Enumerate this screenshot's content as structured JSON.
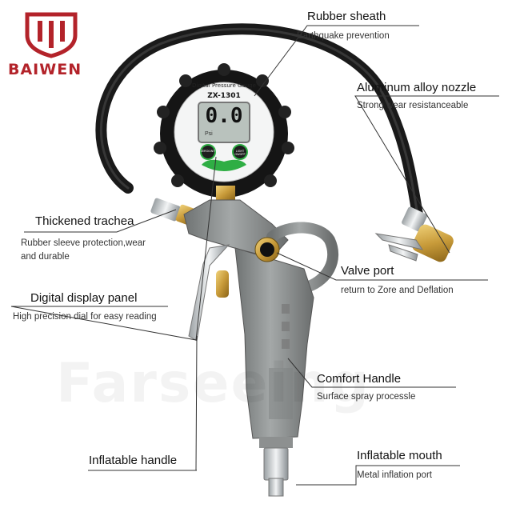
{
  "brand": {
    "name": "BAIWEN",
    "color": "#b3232a"
  },
  "watermark_text": "Farseeing",
  "gauge": {
    "arc_text": "Digital Pressure Gauge",
    "model": "ZX-1301",
    "reading": "0.0",
    "unit": "Psi",
    "left_button_label": "ZERO/UNIT",
    "right_button_label": "LIGHT ON/OFF"
  },
  "callouts": {
    "rubber_sheath": {
      "title": "Rubber sheath",
      "desc": "Earthquake prevention"
    },
    "nozzle": {
      "title": "Aluminum alloy nozzle",
      "desc": "Strong wear resistanceable"
    },
    "trachea": {
      "title": "Thickened trachea",
      "desc_line1": "Rubber sleeve protection,wear",
      "desc_line2": "and durable"
    },
    "valve": {
      "title": "Valve port",
      "desc": "return to Zore and Deflation"
    },
    "display": {
      "title": "Digital display panel",
      "desc": "High precision dial for easy reading"
    },
    "handle": {
      "title": "Comfort Handle",
      "desc": "Surface spray processle"
    },
    "inflatable_handle": {
      "title": "Inflatable handle"
    },
    "mouth": {
      "title": "Inflatable mouth",
      "desc": "Metal inflation port"
    }
  },
  "colors": {
    "hose": "#1a1a1a",
    "body_gray": "#8d9090",
    "brass": "#c89b3a",
    "lcd": "#b9c2bd",
    "accent_green": "#2fae44"
  }
}
